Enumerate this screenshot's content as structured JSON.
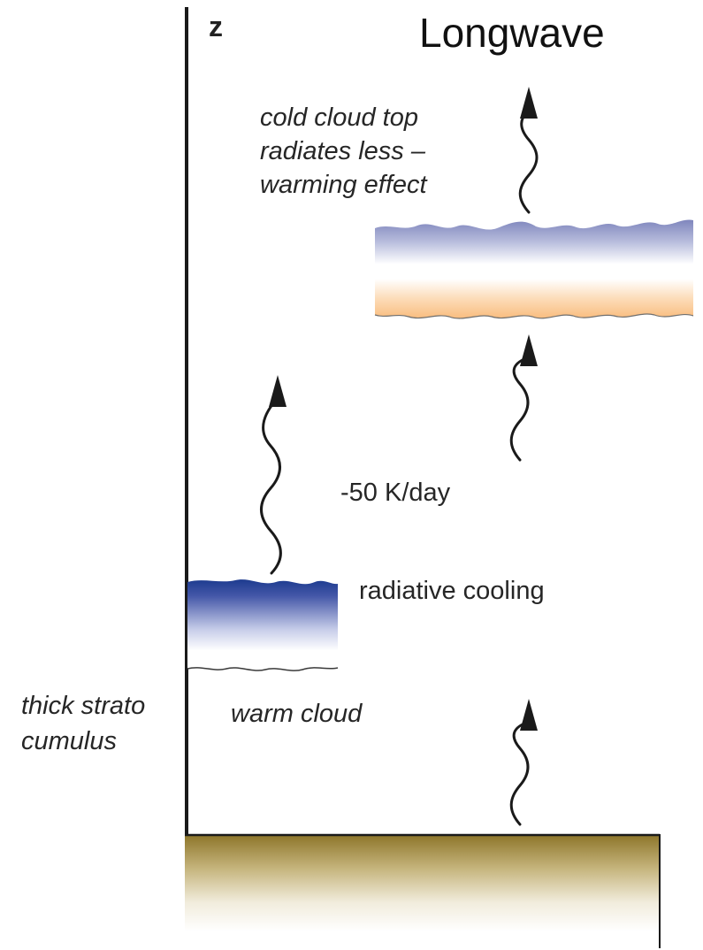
{
  "axis": {
    "label": "z"
  },
  "title": "Longwave",
  "annotations": {
    "cold_top": [
      "cold cloud top",
      "radiates less –",
      "warming effect"
    ],
    "cooling_rate": "-50 K/day",
    "radiative_cooling": "radiative cooling",
    "warm_cloud": "warm cloud",
    "cloud_type": [
      "thick strato",
      "cumulus"
    ]
  },
  "colors": {
    "axis": "#1a1a1a",
    "arrow": "#1a1a1a",
    "high_cloud_top": "#7f86bd",
    "high_cloud_bottom": "#f9bd7f",
    "low_cloud_top": "#1d3b8f",
    "ground_top": "#8c7428",
    "text": "#262626"
  }
}
